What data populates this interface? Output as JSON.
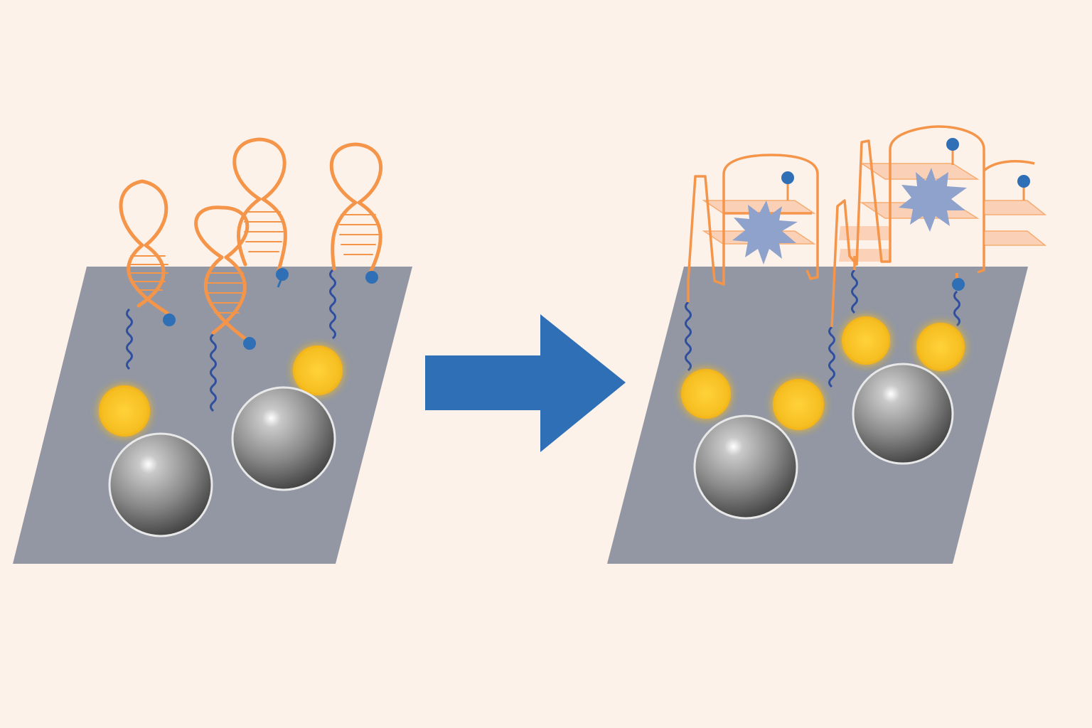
{
  "diagram": {
    "background_color": "#fdf2ea",
    "surface_color": "#9297a3",
    "dna_color": "#f4954a",
    "linker_color": "#2f4f9e",
    "tag_color": "#2f6fb6",
    "nanoparticle_color": "#f7c22a",
    "bead_color": "#6f6f6f",
    "arrow_color": "#2f6fb6",
    "target_color": "#8fa2cb",
    "quadruplex_plane_color": "#f9c7a5",
    "panels": [
      {
        "name": "before",
        "structure": "hairpin-probes",
        "probe_count": 4,
        "nanoparticle_count": 2,
        "bead_count": 2
      },
      {
        "name": "after",
        "structure": "g-quadruplex-complexes",
        "target_count": 2,
        "nanoparticle_count": 4,
        "bead_count": 2
      }
    ],
    "arrow": {
      "direction": "right"
    }
  }
}
